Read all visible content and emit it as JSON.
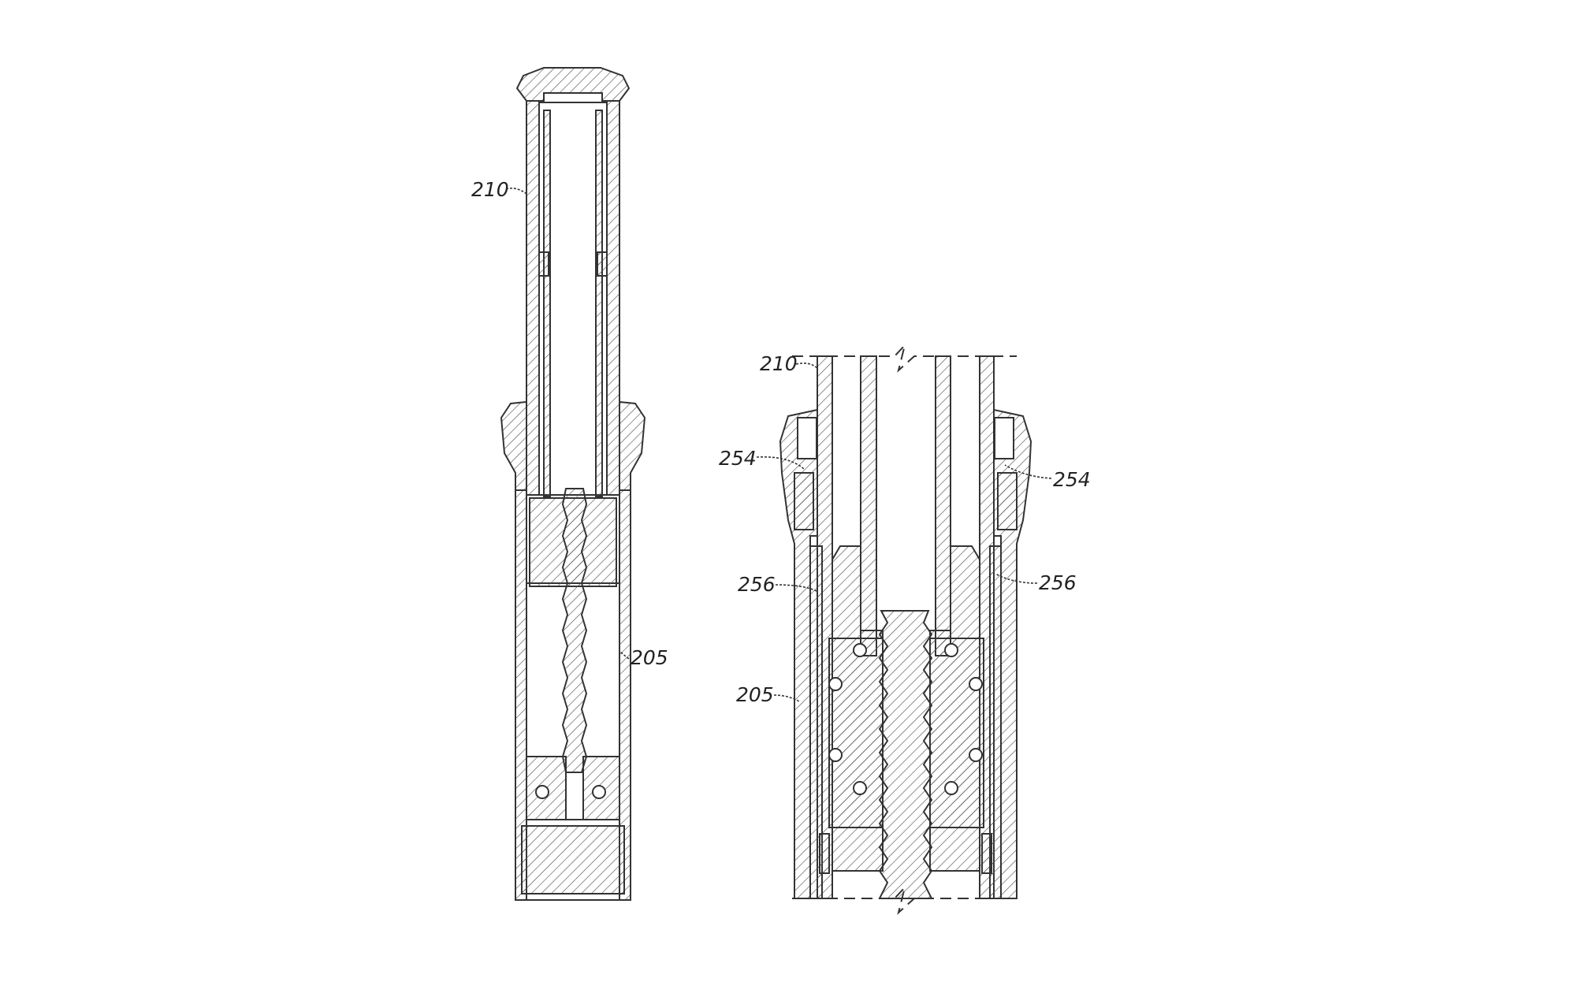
{
  "figure_left": {
    "labels": {
      "upper_tube": "210",
      "lower_tube": "205"
    }
  },
  "figure_right": {
    "labels": {
      "upper_tube": "210",
      "seal_left": "254",
      "seal_right": "254",
      "sleeve_left": "256",
      "sleeve_right": "256",
      "lower_tube": "205"
    }
  },
  "colors": {
    "line": "#333333",
    "background": "#ffffff"
  }
}
